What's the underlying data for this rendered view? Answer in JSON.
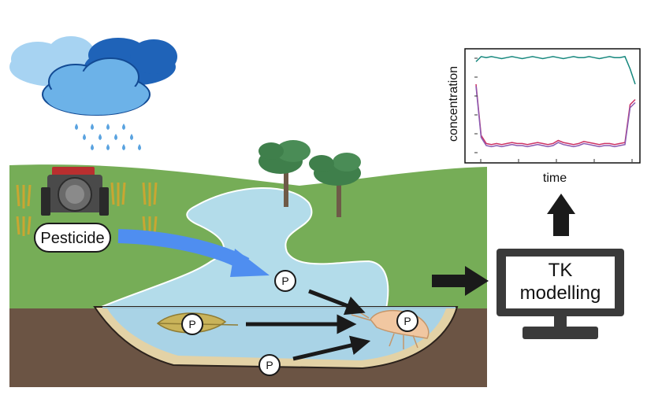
{
  "labels": {
    "pesticide": "Pesticide",
    "p_marker": "P",
    "model_line1": "TK",
    "model_line2": "modelling"
  },
  "chart_data": {
    "type": "line",
    "title": "",
    "xlabel": "time",
    "ylabel": "concentration",
    "series": [
      {
        "color": "#15877d",
        "values": [
          0.92,
          0.97,
          0.96,
          0.97,
          0.96,
          0.95,
          0.96,
          0.97,
          0.96,
          0.95,
          0.96,
          0.97,
          0.96,
          0.95,
          0.96,
          0.97,
          0.96,
          0.95,
          0.96,
          0.97,
          0.96,
          0.96,
          0.97,
          0.96,
          0.95,
          0.96,
          0.97,
          0.96,
          0.96,
          0.97,
          0.85,
          0.7
        ]
      },
      {
        "color": "#cc3366",
        "values": [
          0.7,
          0.2,
          0.12,
          0.11,
          0.12,
          0.11,
          0.12,
          0.13,
          0.12,
          0.12,
          0.11,
          0.12,
          0.13,
          0.12,
          0.11,
          0.12,
          0.15,
          0.13,
          0.12,
          0.11,
          0.12,
          0.14,
          0.13,
          0.12,
          0.11,
          0.12,
          0.12,
          0.11,
          0.12,
          0.13,
          0.5,
          0.55
        ]
      },
      {
        "color": "#8a5ab2",
        "values": [
          0.68,
          0.18,
          0.1,
          0.09,
          0.1,
          0.09,
          0.1,
          0.11,
          0.1,
          0.1,
          0.09,
          0.1,
          0.11,
          0.1,
          0.09,
          0.1,
          0.13,
          0.11,
          0.1,
          0.09,
          0.1,
          0.12,
          0.11,
          0.1,
          0.09,
          0.1,
          0.1,
          0.09,
          0.1,
          0.11,
          0.47,
          0.52
        ]
      }
    ]
  },
  "colors": {
    "sky_cloud": "#7dbbe6",
    "dark_cloud": "#1f63b8",
    "grass": "#76ad57",
    "river": "#b3dcea",
    "soil": "#6b5444",
    "sediment": "#e3d2a6",
    "arrow_blue": "#4f8ef0"
  }
}
